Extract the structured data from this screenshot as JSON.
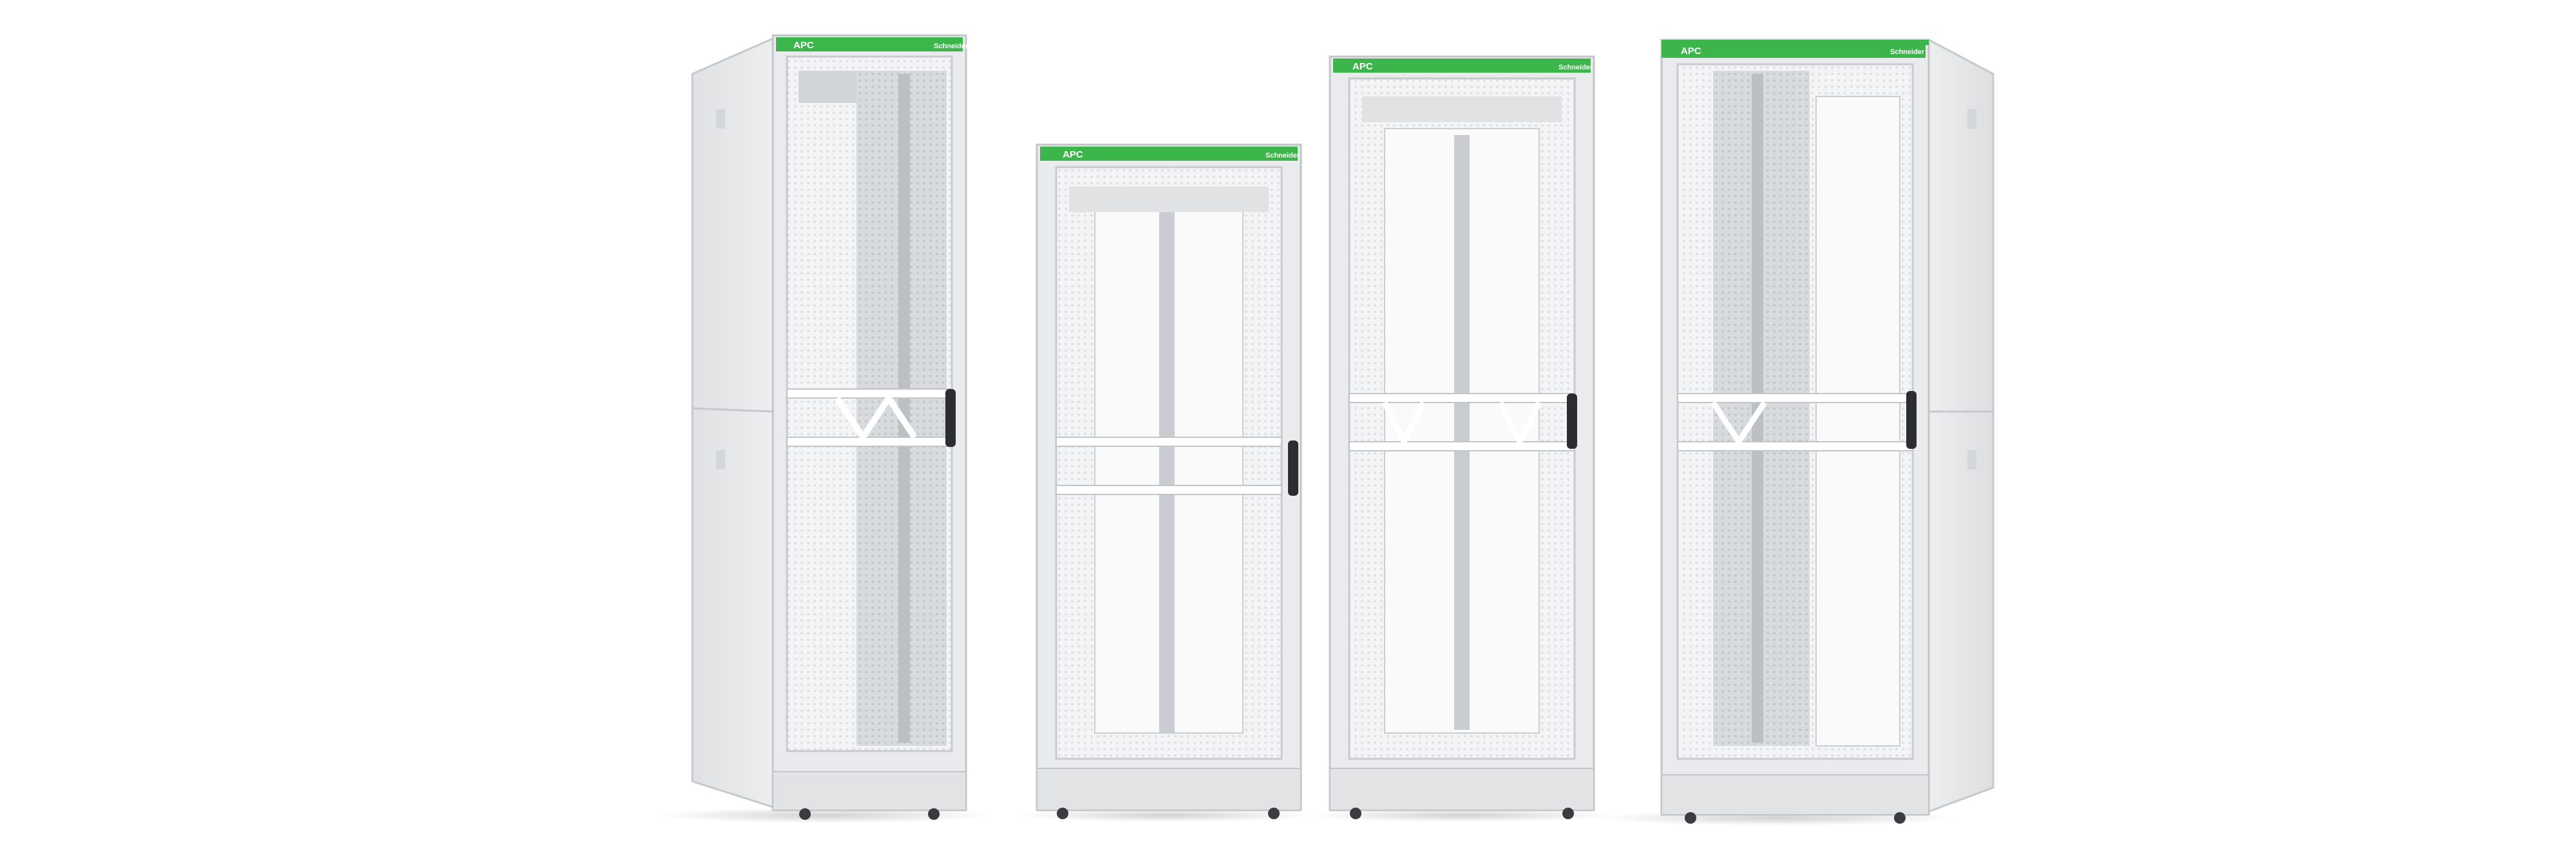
{
  "scene": {
    "background": "#ffffff",
    "subject": "four white server rack enclosures with green top badges"
  },
  "colors": {
    "frame": "#e7e9ea",
    "frame_dark": "#c9cccf",
    "frame_shadow": "#b6babd",
    "mesh": "#f1f2f3",
    "mesh_line": "#d8dadc",
    "interior": "#cfd2d4",
    "brand_green": "#3cb54a",
    "handle": "#2b2d30",
    "caster": "#3a3c3f"
  },
  "racks": [
    {
      "view": "angled-left"
    },
    {
      "view": "front-short"
    },
    {
      "view": "front-tall"
    },
    {
      "view": "angled-right"
    }
  ]
}
